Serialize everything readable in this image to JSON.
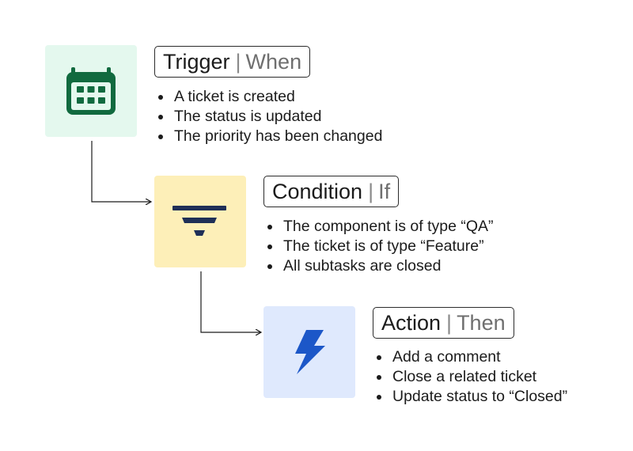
{
  "colors": {
    "trigger_tile": "#e4f8ee",
    "trigger_icon": "#116a3f",
    "condition_tile": "#fdefb8",
    "condition_icon": "#1f2f57",
    "action_tile": "#dfe9fd",
    "action_icon": "#1c57c8"
  },
  "steps": [
    {
      "title": "Trigger",
      "separator": "|",
      "subtitle": "When",
      "icon": "calendar-icon",
      "items": [
        "A ticket is created",
        "The status is updated",
        "The priority has been changed"
      ]
    },
    {
      "title": "Condition",
      "separator": "|",
      "subtitle": "If",
      "icon": "filter-icon",
      "items": [
        "The component is of type “QA”",
        "The ticket is of type “Feature”",
        "All subtasks are closed"
      ]
    },
    {
      "title": "Action",
      "separator": "|",
      "subtitle": "Then",
      "icon": "lightning-bolt-icon",
      "items": [
        "Add a comment",
        "Close a related ticket",
        "Update status to “Closed”"
      ]
    }
  ]
}
